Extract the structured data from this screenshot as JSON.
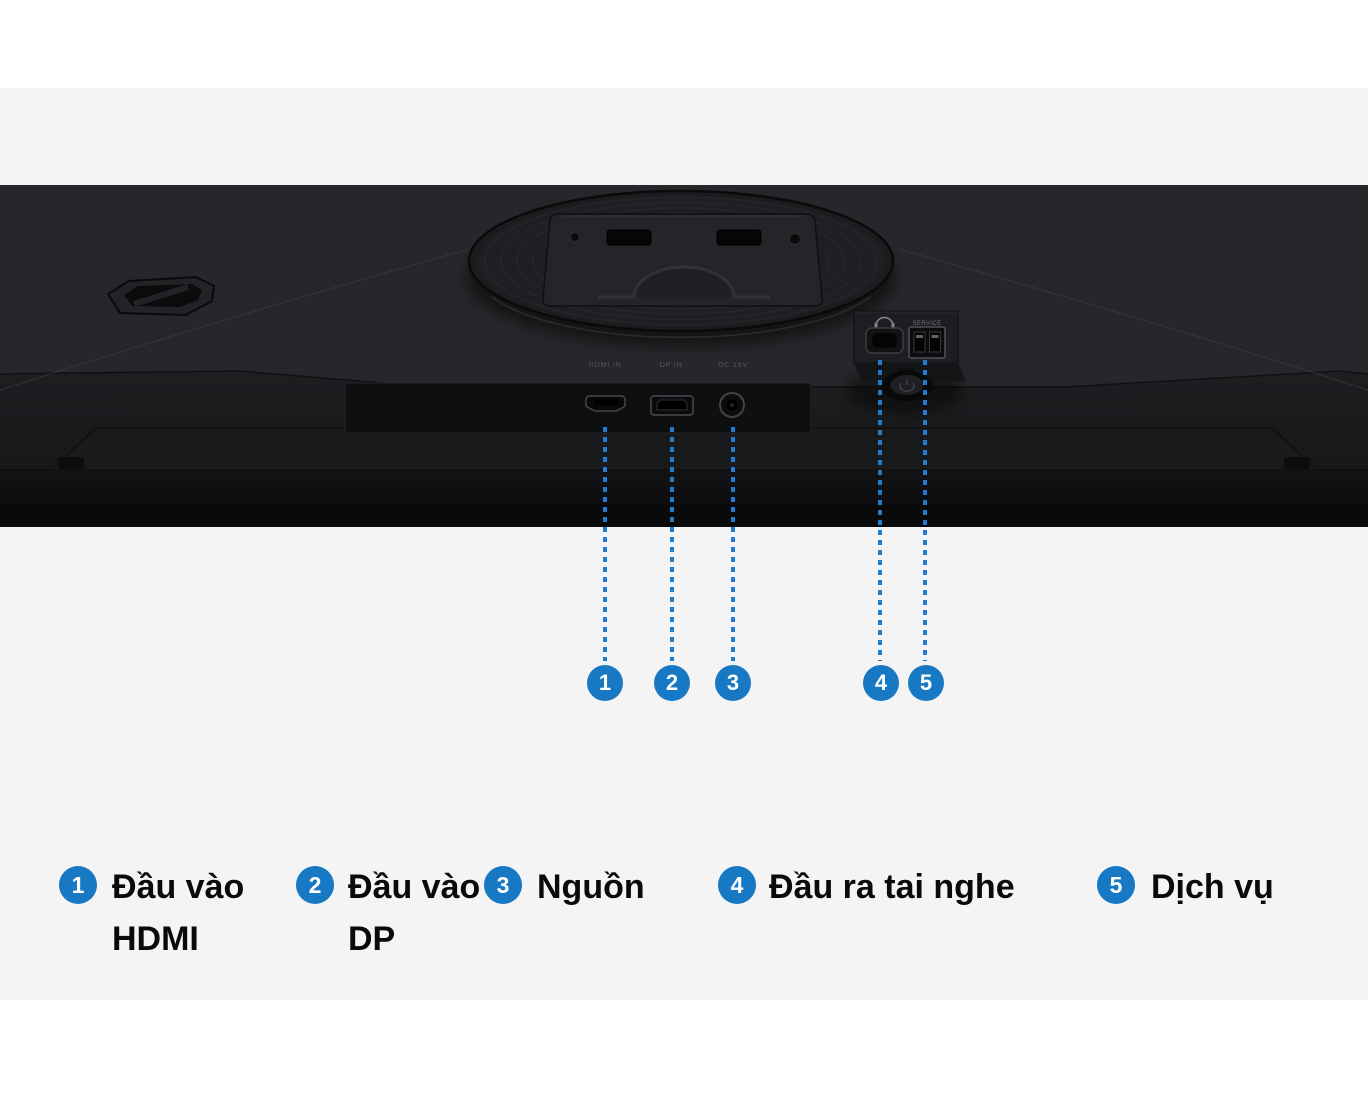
{
  "colors": {
    "background": "#ffffff",
    "band": "#f4f4f5",
    "accent_blue": "#1778c4",
    "dot_blue": "#1e7cd4",
    "text": "#0a0a0a"
  },
  "monitor": {
    "port_labels": {
      "hdmi": "HDMI IN",
      "dp": "DP IN",
      "dc": "DC 19V",
      "service": "SERVICE"
    }
  },
  "callouts": [
    {
      "number": "1"
    },
    {
      "number": "2"
    },
    {
      "number": "3"
    },
    {
      "number": "4"
    },
    {
      "number": "5"
    }
  ],
  "legend": {
    "items": [
      {
        "number": "1",
        "label": "Đầu vào HDMI"
      },
      {
        "number": "2",
        "label": "Đầu vào DP"
      },
      {
        "number": "3",
        "label": "Nguồn"
      },
      {
        "number": "4",
        "label": "Đầu ra tai nghe"
      },
      {
        "number": "5",
        "label": "Dịch vụ"
      }
    ]
  }
}
